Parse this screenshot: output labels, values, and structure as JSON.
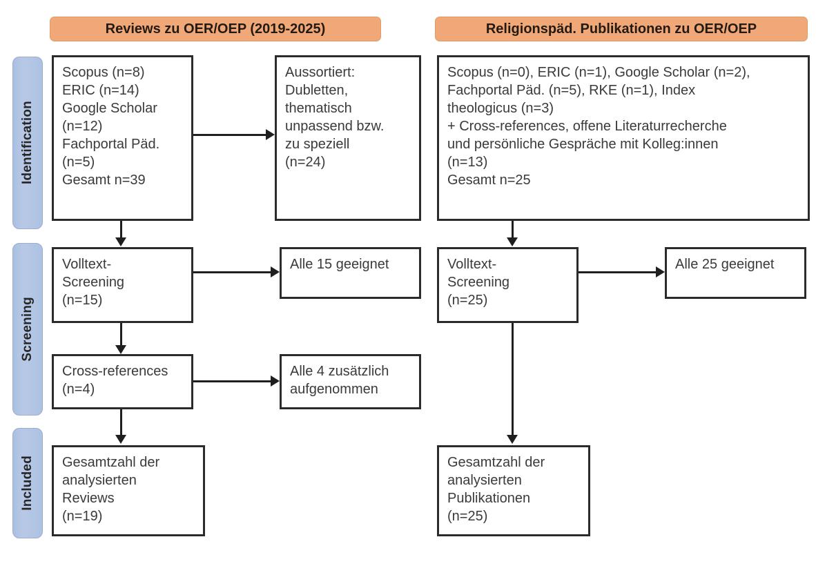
{
  "diagram": {
    "type": "prisma-flow-diagram",
    "phases": [
      {
        "id": "identification",
        "label": "Identification"
      },
      {
        "id": "screening",
        "label": "Screening"
      },
      {
        "id": "included",
        "label": "Included"
      }
    ],
    "columns": [
      {
        "id": "reviews",
        "header": "Reviews zu OER/OEP (2019-2025)"
      },
      {
        "id": "religionspaed",
        "header": "Religionspäd. Publikationen zu OER/OEP"
      }
    ],
    "colors": {
      "header_fill": "#f0a878",
      "header_border": "#e09a68",
      "phase_fill": "#b1c4e3",
      "phase_border": "#9badd0",
      "box_border": "#2b2b2b",
      "box_fill": "#ffffff",
      "text": "#3a3a3a",
      "connector": "#1f1f1f"
    },
    "boxes": {
      "left_identification": "Scopus (n=8)\nERIC (n=14)\nGoogle Scholar\n(n=12)\nFachportal Päd.\n(n=5)\nGesamt n=39",
      "left_excluded": "Aussortiert:\nDubletten,\nthematisch\nunpassend bzw.\nzu speziell\n(n=24)",
      "left_screening": "Volltext-\nScreening\n(n=15)",
      "left_screening_result": "Alle 15 geeignet",
      "left_crossrefs": "Cross-references\n(n=4)",
      "left_crossrefs_result": "Alle 4 zusätzlich\naufgenommen",
      "left_included": "Gesamtzahl der\nanalysierten\nReviews\n(n=19)",
      "right_identification": "Scopus (n=0), ERIC (n=1), Google Scholar (n=2),\nFachportal Päd. (n=5), RKE (n=1), Index\ntheologicus (n=3)\n+ Cross-references, offene Literaturrecherche\nund persönliche Gespräche mit Kolleg:innen\n(n=13)\nGesamt n=25",
      "right_screening": "Volltext-\nScreening\n(n=25)",
      "right_screening_result": "Alle 25 geeignet",
      "right_included": "Gesamtzahl der\nanalysierten\nPublikationen\n(n=25)"
    },
    "counts": {
      "left_scopus": 8,
      "left_eric": 14,
      "left_google_scholar": 12,
      "left_fachportal": 5,
      "left_total": 39,
      "left_excluded": 24,
      "left_fulltext_screening": 15,
      "left_crossrefs": 4,
      "left_included": 19,
      "right_scopus": 0,
      "right_eric": 1,
      "right_google_scholar": 2,
      "right_fachportal": 5,
      "right_rke": 1,
      "right_index_theologicus": 3,
      "right_other_sources": 13,
      "right_total": 25,
      "right_fulltext_screening": 25,
      "right_included": 25
    }
  }
}
